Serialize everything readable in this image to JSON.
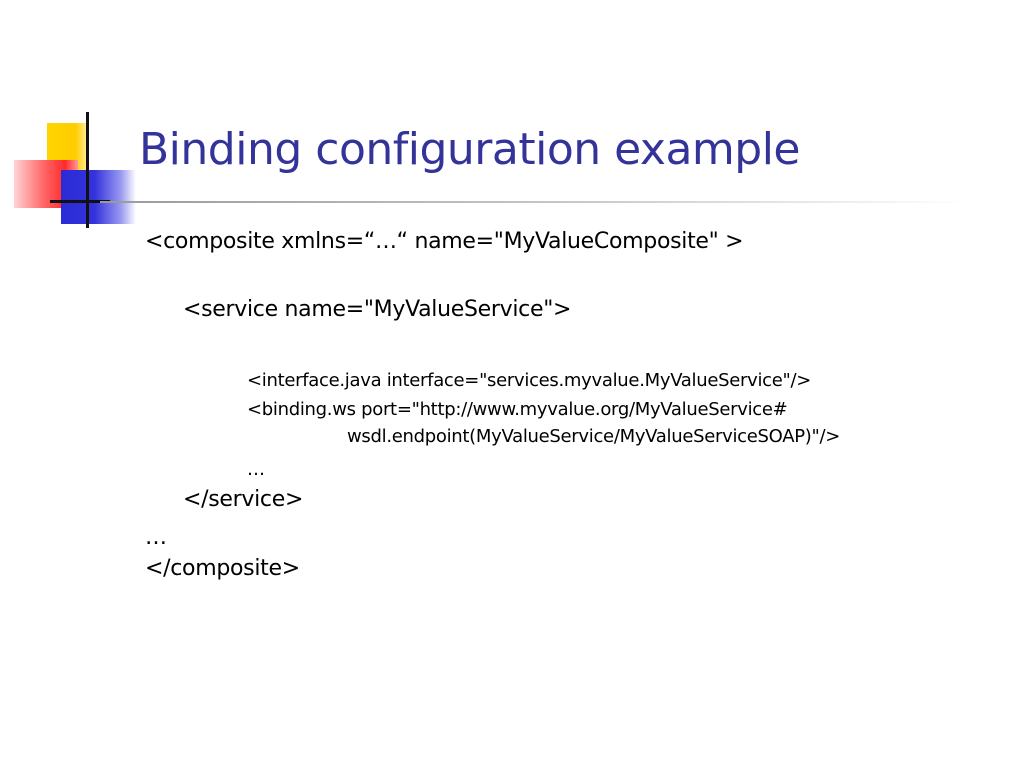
{
  "slide": {
    "title": "Binding configuration example",
    "code_lines": [
      "<composite xmlns=“…“ name=\"MyValueComposite\" >",
      "<service name=\"MyValueService\">",
      "<interface.java interface=\"services.myvalue.MyValueService\"/>",
      "<binding.ws port=\"http://www.myvalue.org/MyValueService#",
      "wsdl.endpoint(MyValueService/MyValueServiceSOAP)\"/>",
      "…",
      "</service>",
      "…",
      "</composite>"
    ]
  }
}
